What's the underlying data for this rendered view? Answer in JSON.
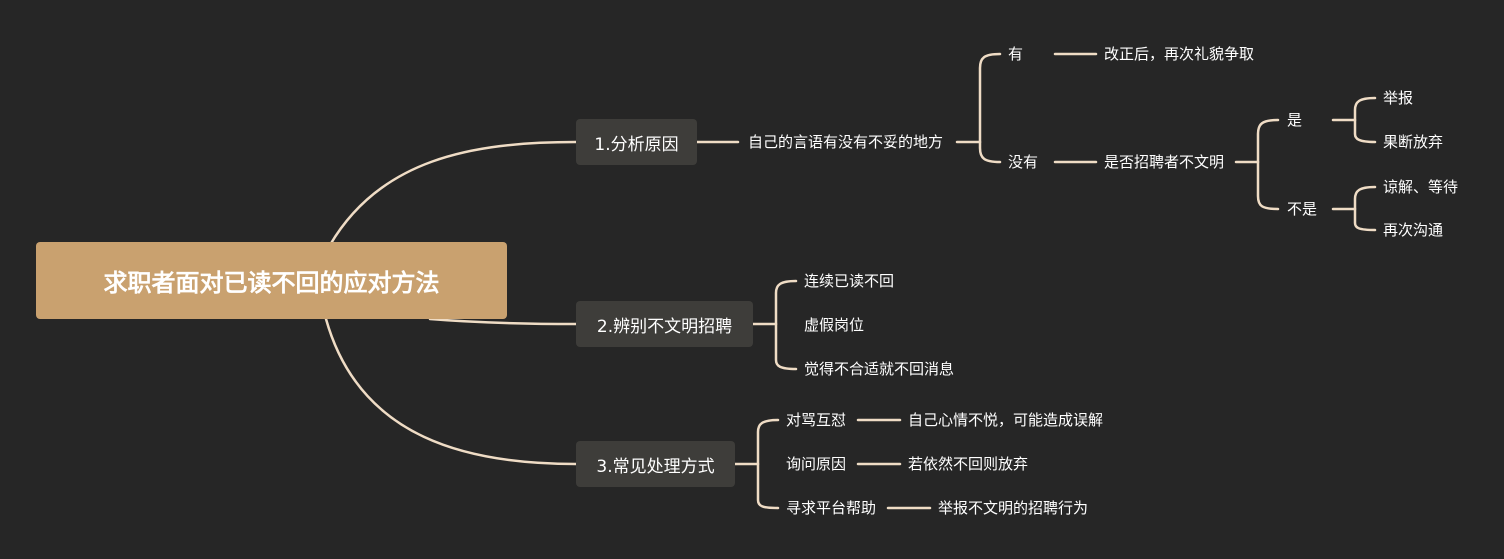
{
  "root": "求职者面对已读不回的应对方法",
  "branch1": {
    "label": "1.分析原因",
    "question": "自己的言语有没有不妥的地方",
    "yes": {
      "label": "有",
      "action": "改正后，再次礼貌争取"
    },
    "no": {
      "label": "没有",
      "question": "是否招聘者不文明",
      "is": {
        "label": "是",
        "items": [
          "举报",
          "果断放弃"
        ]
      },
      "isnot": {
        "label": "不是",
        "items": [
          "谅解、等待",
          "再次沟通"
        ]
      }
    }
  },
  "branch2": {
    "label": "2.辨别不文明招聘",
    "items": [
      "连续已读不回",
      "虚假岗位",
      "觉得不合适就不回消息"
    ]
  },
  "branch3": {
    "label": "3.常见处理方式",
    "items": [
      {
        "label": "对骂互怼",
        "result": "自己心情不悦，可能造成误解"
      },
      {
        "label": "询问原因",
        "result": "若依然不回则放弃"
      },
      {
        "label": "寻求平台帮助",
        "result": "举报不文明的招聘行为"
      }
    ]
  },
  "colors": {
    "background": "#262626",
    "root": "#c9a16f",
    "branch": "#3e3d3a",
    "line": "#efdcc5",
    "text": "#ffffff"
  }
}
